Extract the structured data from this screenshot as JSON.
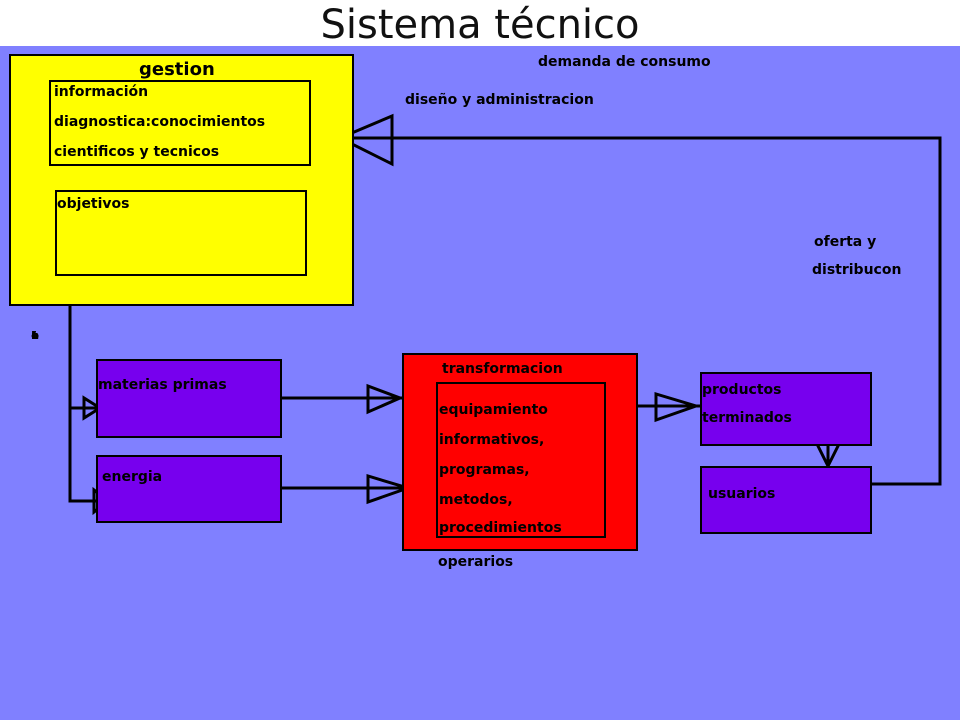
{
  "title": "Sistema técnico",
  "colors": {
    "background": "#8080ff",
    "gestion_fill": "#ffff00",
    "process_fill": "#7700ee",
    "transformacion_fill": "#ff0000"
  },
  "gestion": {
    "label": "gestion",
    "info_lines": [
      "información",
      "diagnostica:conocimientos",
      "cientificos y tecnicos"
    ],
    "objetivos": "objetivos"
  },
  "labels": {
    "demanda": "demanda de consumo",
    "diseno": "diseño y administracion",
    "oferta": [
      "oferta y",
      "distribucon"
    ],
    "obtencion": [
      "o",
      "b",
      "t",
      "e",
      "n",
      "c",
      "i",
      "o",
      "n"
    ]
  },
  "materias": "materias primas",
  "energia": "energia",
  "transformacion": {
    "label": "transformacion",
    "lines": [
      "equipamiento",
      "informativos,",
      "programas,",
      "metodos,",
      "procedimientos"
    ],
    "operarios": "operarios"
  },
  "productos": [
    "productos",
    "terminados"
  ],
  "usuarios": "usuarios"
}
